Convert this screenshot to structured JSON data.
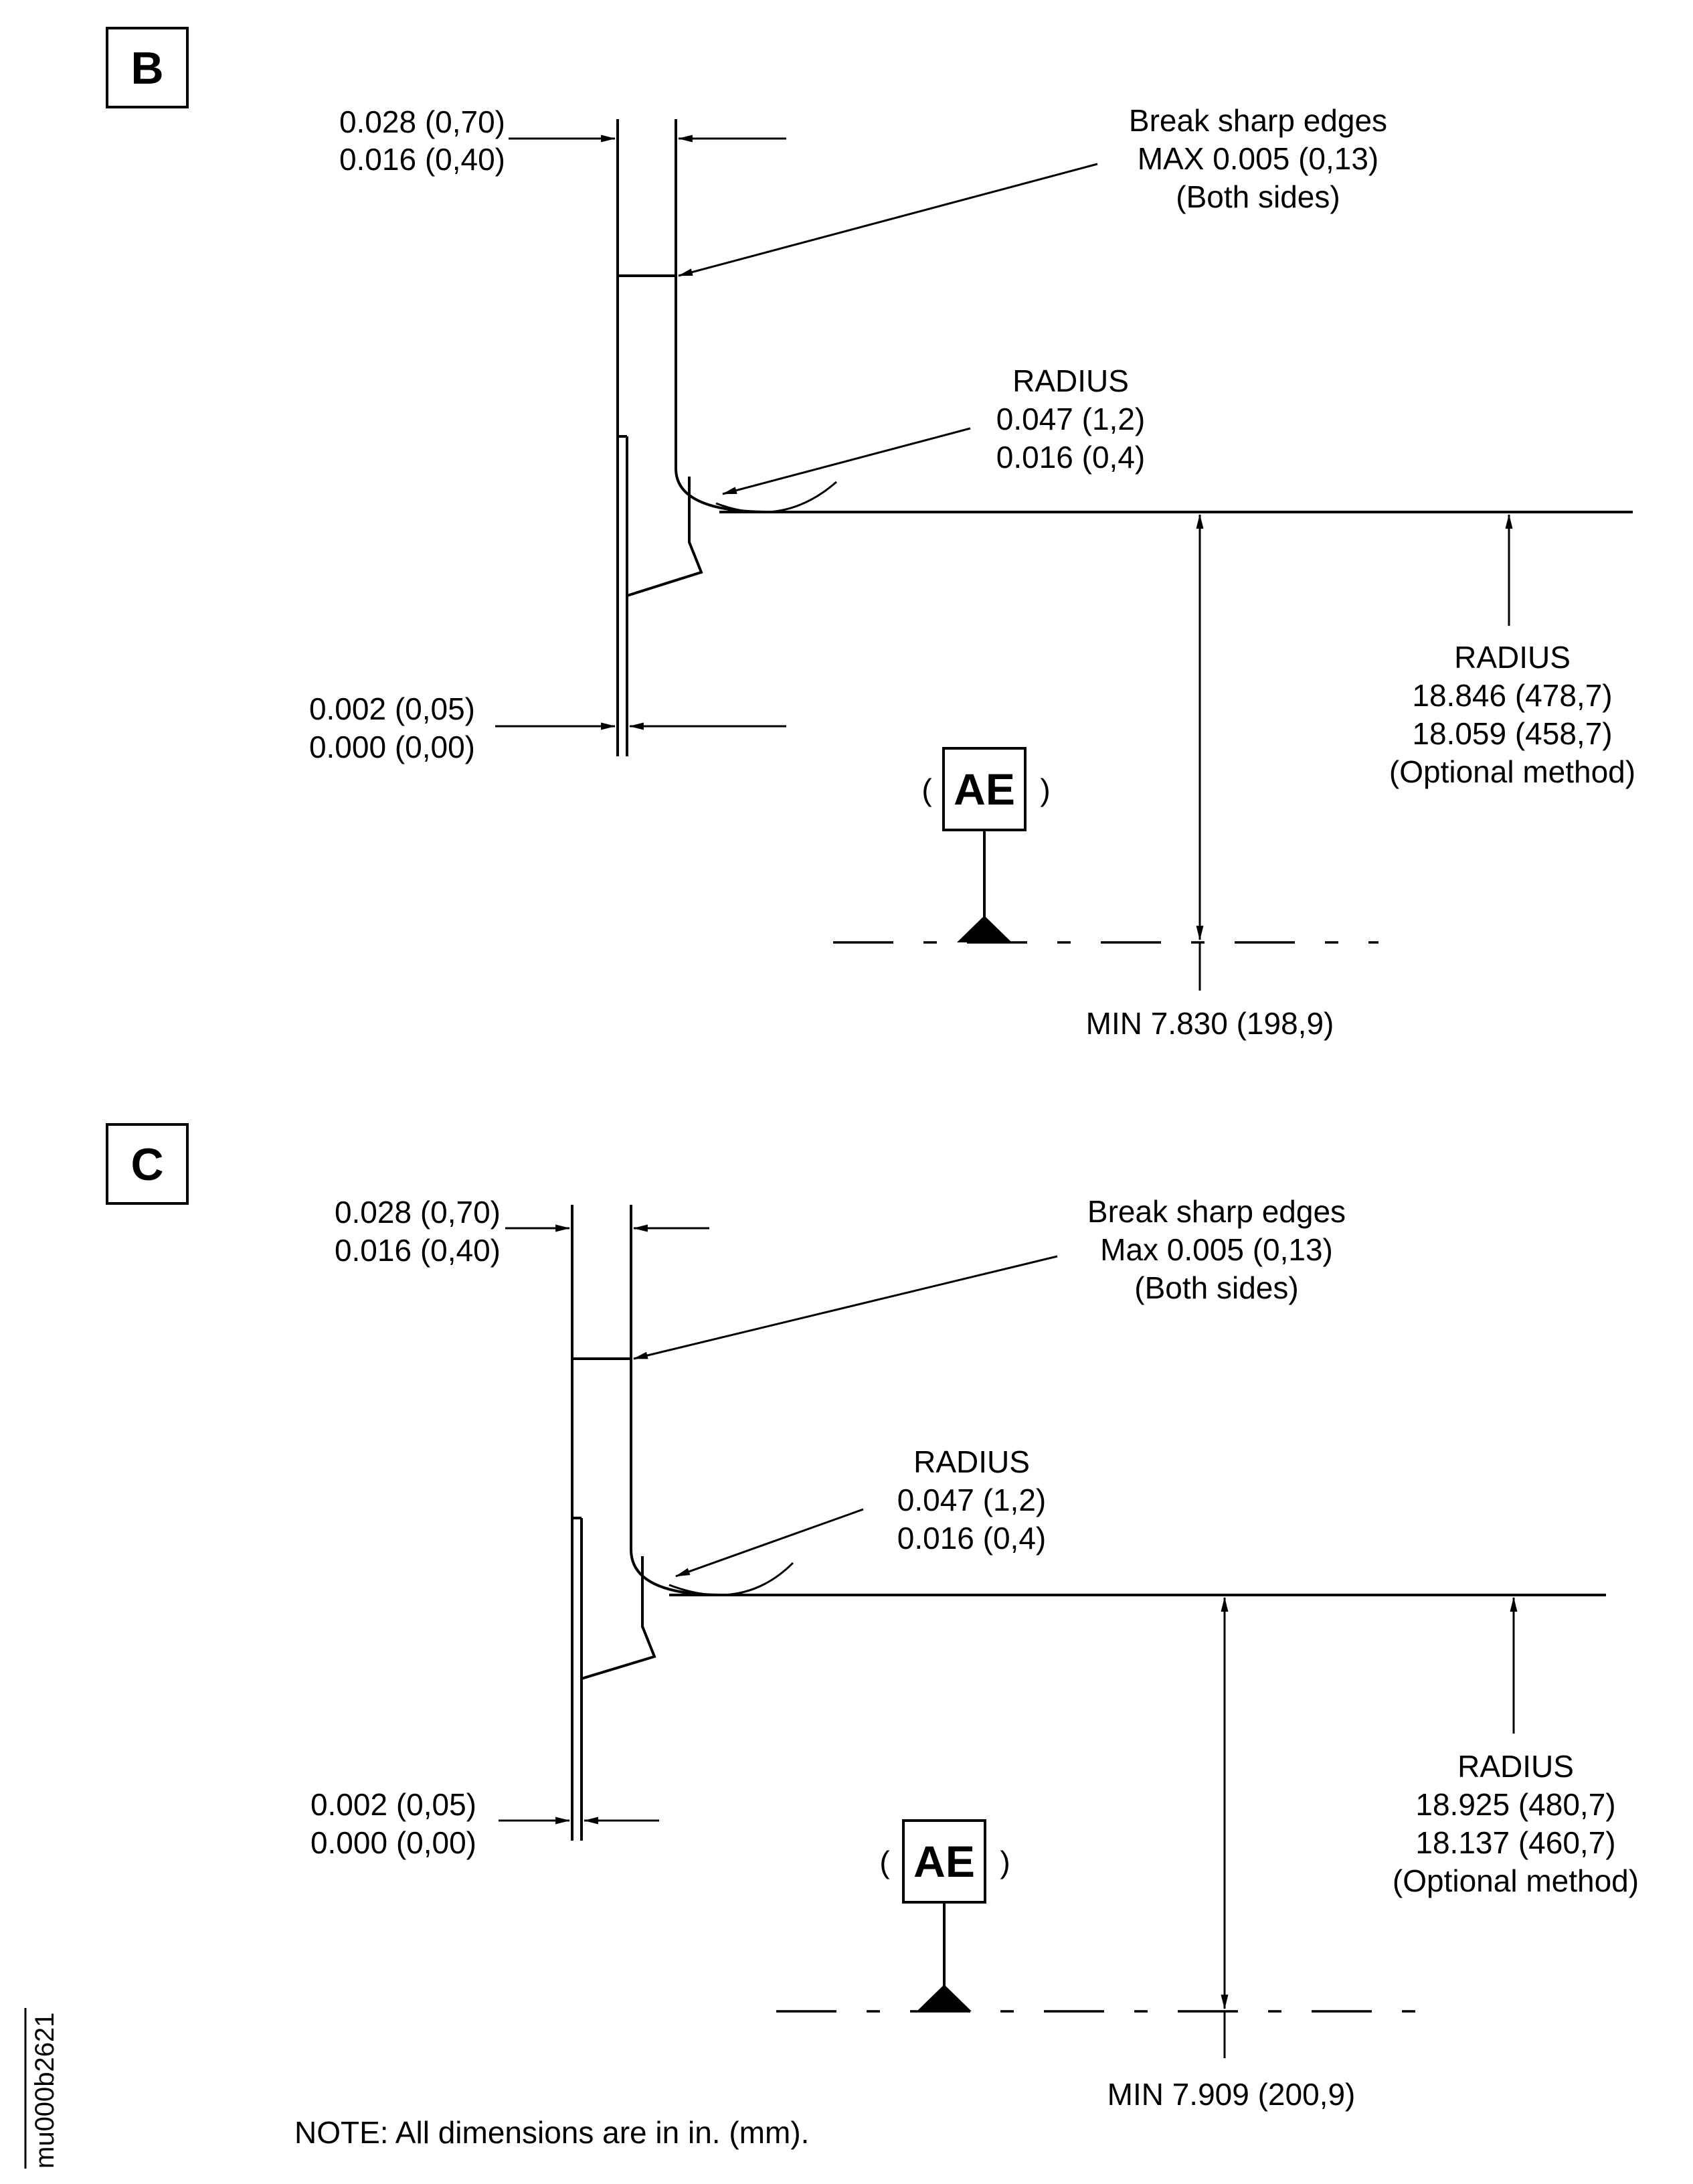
{
  "views": [
    {
      "id": "B",
      "label": "B",
      "thickness_upper": "0.028 (0,70)",
      "thickness_lower": "0.016 (0,40)",
      "break_edges": [
        "Break sharp edges",
        "MAX 0.005 (0,13)",
        "(Both sides)"
      ],
      "corner_radius": [
        "RADIUS",
        "0.047 (1,2)",
        "0.016 (0,4)"
      ],
      "gap_upper": "0.002 (0,05)",
      "gap_lower": "0.000 (0,00)",
      "datum": "AE",
      "large_radius": [
        "RADIUS",
        "18.846 (478,7)",
        "18.059 (458,7)",
        "(Optional method)"
      ],
      "min_dim": "MIN 7.830 (198,9)"
    },
    {
      "id": "C",
      "label": "C",
      "thickness_upper": "0.028 (0,70)",
      "thickness_lower": "0.016 (0,40)",
      "break_edges": [
        "Break sharp edges",
        "Max 0.005 (0,13)",
        "(Both sides)"
      ],
      "corner_radius": [
        "RADIUS",
        "0.047 (1,2)",
        "0.016 (0,4)"
      ],
      "gap_upper": "0.002 (0,05)",
      "gap_lower": "0.000 (0,00)",
      "datum": "AE",
      "large_radius": [
        "RADIUS",
        "18.925 (480,7)",
        "18.137 (460,7)",
        "(Optional method)"
      ],
      "min_dim": "MIN 7.909 (200,9)"
    }
  ],
  "note": "NOTE:  All dimensions are in in. (mm).",
  "figure_id": "mu000b2621",
  "paren_open": "(",
  "paren_close": ")"
}
